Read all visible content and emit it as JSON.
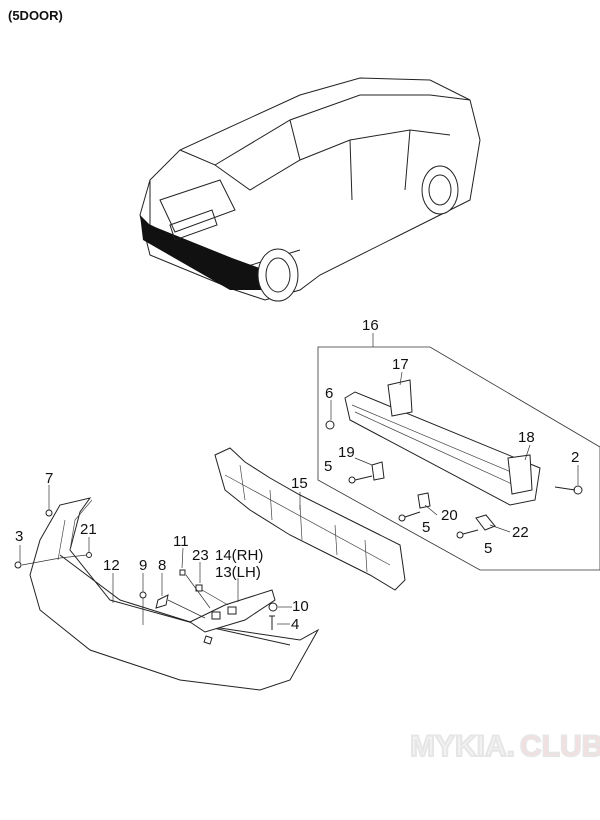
{
  "diagram": {
    "variant_label": "(5DOOR)",
    "part_numbers": {
      "p16": "16",
      "p17": "17",
      "p6": "6",
      "p18": "18",
      "p2": "2",
      "p19": "19",
      "p5a": "5",
      "p20": "20",
      "p5b": "5",
      "p22": "22",
      "p5c": "5",
      "p15": "15",
      "p7": "7",
      "p3": "3",
      "p21": "21",
      "p12": "12",
      "p9": "9",
      "p8": "8",
      "p11": "11",
      "p23": "23",
      "p14": "14(RH)",
      "p13": "13(LH)",
      "p10": "10",
      "p4": "4"
    }
  },
  "watermark": {
    "text_main": "MYKIA.",
    "text_accent": "CLUB",
    "color_main": "#f2f2f2",
    "color_accent": "#f7dede"
  }
}
